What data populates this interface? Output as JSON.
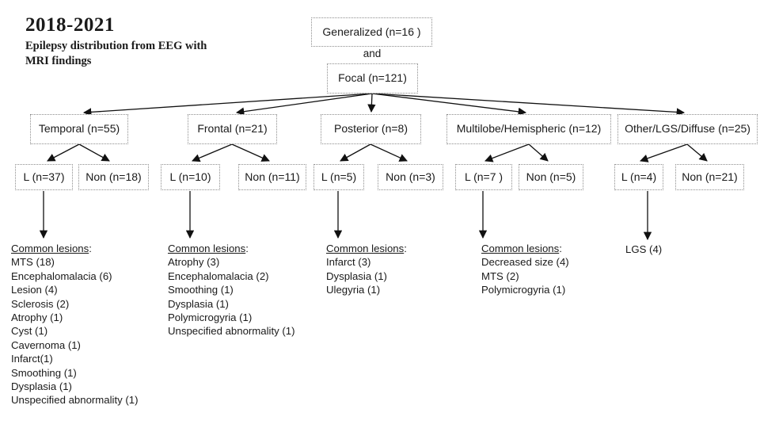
{
  "title": {
    "year": "2018-2021",
    "subtitle": "Epilepsy distribution from EEG with MRI findings"
  },
  "root": {
    "generalized": "Generalized (n=16 )",
    "conjunction": "and",
    "focal": "Focal (n=121)"
  },
  "branches": [
    {
      "label": "Temporal (n=55)",
      "lateralized": "L (n=37)",
      "non_lateralized": "Non (n=18)",
      "lesions_header": "Common lesions",
      "lesions_colon": ":",
      "lesions": [
        "MTS (18)",
        "Encephalomalacia (6)",
        "Lesion (4)",
        "Sclerosis (2)",
        "Atrophy (1)",
        "Cyst (1)",
        "Cavernoma (1)",
        "Infarct(1)",
        "Smoothing (1)",
        "Dysplasia (1)",
        "Unspecified abnormality (1)"
      ]
    },
    {
      "label": "Frontal (n=21)",
      "lateralized": "L (n=10)",
      "non_lateralized": "Non (n=11)",
      "lesions_header": "Common lesions",
      "lesions_colon": ":",
      "lesions": [
        "Atrophy (3)",
        "Encephalomalacia (2)",
        "Smoothing (1)",
        "Dysplasia (1)",
        "Polymicrogyria (1)",
        "Unspecified abnormality (1)"
      ]
    },
    {
      "label": "Posterior (n=8)",
      "lateralized": "L (n=5)",
      "non_lateralized": "Non (n=3)",
      "lesions_header": "Common lesions",
      "lesions_colon": ":",
      "lesions": [
        "Infarct (3)",
        "Dysplasia (1)",
        "Ulegyria (1)"
      ]
    },
    {
      "label": "Multilobe/Hemispheric (n=12)",
      "lateralized": "L (n=7 )",
      "non_lateralized": "Non (n=5)",
      "lesions_header": "Common lesions",
      "lesions_colon": ":",
      "lesions": [
        "Decreased size (4)",
        "MTS (2)",
        "Polymicrogyria (1)"
      ]
    },
    {
      "label": "Other/LGS/Diffuse (n=25)",
      "lateralized": "L (n=4)",
      "non_lateralized": "Non (n=21)",
      "outcome": "LGS (4)"
    }
  ],
  "colors": {
    "text": "#1a1a1a",
    "box_border": "#8d8d8d",
    "arrow": "#111111"
  }
}
